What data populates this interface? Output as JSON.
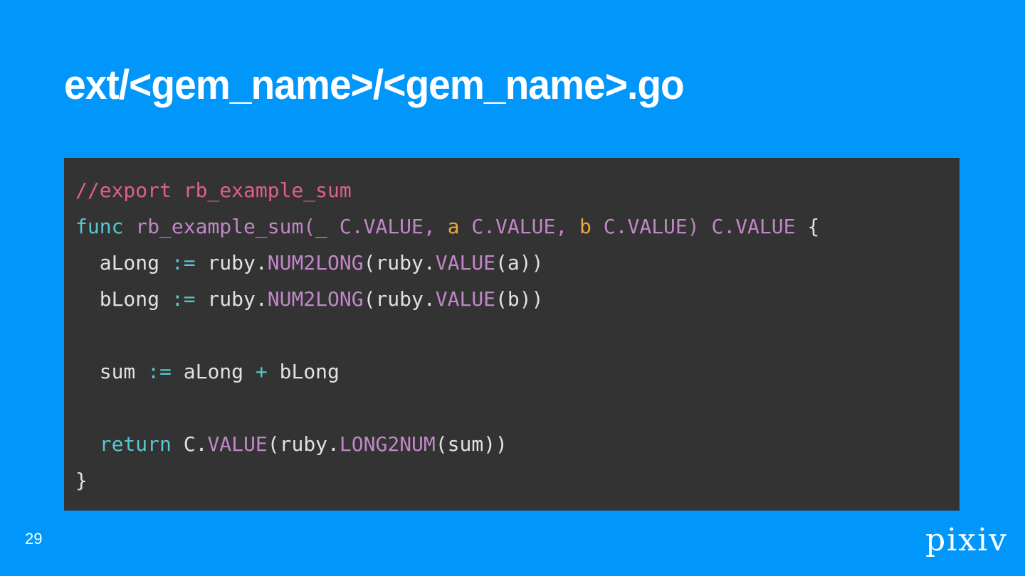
{
  "slide": {
    "title": "ext/<gem_name>/<gem_name>.go",
    "page_number": "29",
    "logo": "pixiv"
  },
  "colors": {
    "background": "#0096fa",
    "code_background": "#333333",
    "comment": "#e0608a",
    "keyword": "#56c7cf",
    "function": "#c087c6",
    "parameter": "#eda63d",
    "plain": "#e3e1de",
    "title_text": "#ffffff"
  },
  "code": {
    "language": "go",
    "lines": [
      [
        {
          "c": "comment",
          "t": "//export rb_example_sum"
        }
      ],
      [
        {
          "c": "keyword",
          "t": "func"
        },
        {
          "c": "plain",
          "t": " "
        },
        {
          "c": "function",
          "t": "rb_example_sum("
        },
        {
          "c": "parameter",
          "t": "_"
        },
        {
          "c": "plain",
          "t": " "
        },
        {
          "c": "function",
          "t": "C.VALUE,"
        },
        {
          "c": "plain",
          "t": " "
        },
        {
          "c": "parameter",
          "t": "a"
        },
        {
          "c": "plain",
          "t": " "
        },
        {
          "c": "function",
          "t": "C.VALUE,"
        },
        {
          "c": "plain",
          "t": " "
        },
        {
          "c": "parameter",
          "t": "b"
        },
        {
          "c": "plain",
          "t": " "
        },
        {
          "c": "function",
          "t": "C.VALUE)"
        },
        {
          "c": "plain",
          "t": " "
        },
        {
          "c": "function",
          "t": "C.VALUE"
        },
        {
          "c": "plain",
          "t": " {"
        }
      ],
      [
        {
          "c": "plain",
          "t": "  aLong "
        },
        {
          "c": "keyword",
          "t": ":="
        },
        {
          "c": "plain",
          "t": " ruby."
        },
        {
          "c": "function",
          "t": "NUM2LONG"
        },
        {
          "c": "plain",
          "t": "(ruby."
        },
        {
          "c": "function",
          "t": "VALUE"
        },
        {
          "c": "plain",
          "t": "(a))"
        }
      ],
      [
        {
          "c": "plain",
          "t": "  bLong "
        },
        {
          "c": "keyword",
          "t": ":="
        },
        {
          "c": "plain",
          "t": " ruby."
        },
        {
          "c": "function",
          "t": "NUM2LONG"
        },
        {
          "c": "plain",
          "t": "(ruby."
        },
        {
          "c": "function",
          "t": "VALUE"
        },
        {
          "c": "plain",
          "t": "(b))"
        }
      ],
      [],
      [
        {
          "c": "plain",
          "t": "  sum "
        },
        {
          "c": "keyword",
          "t": ":="
        },
        {
          "c": "plain",
          "t": " aLong "
        },
        {
          "c": "keyword",
          "t": "+"
        },
        {
          "c": "plain",
          "t": " bLong"
        }
      ],
      [],
      [
        {
          "c": "plain",
          "t": "  "
        },
        {
          "c": "keyword",
          "t": "return"
        },
        {
          "c": "plain",
          "t": " C."
        },
        {
          "c": "function",
          "t": "VALUE"
        },
        {
          "c": "plain",
          "t": "(ruby."
        },
        {
          "c": "function",
          "t": "LONG2NUM"
        },
        {
          "c": "plain",
          "t": "(sum))"
        }
      ],
      [
        {
          "c": "plain",
          "t": "}"
        }
      ]
    ]
  }
}
